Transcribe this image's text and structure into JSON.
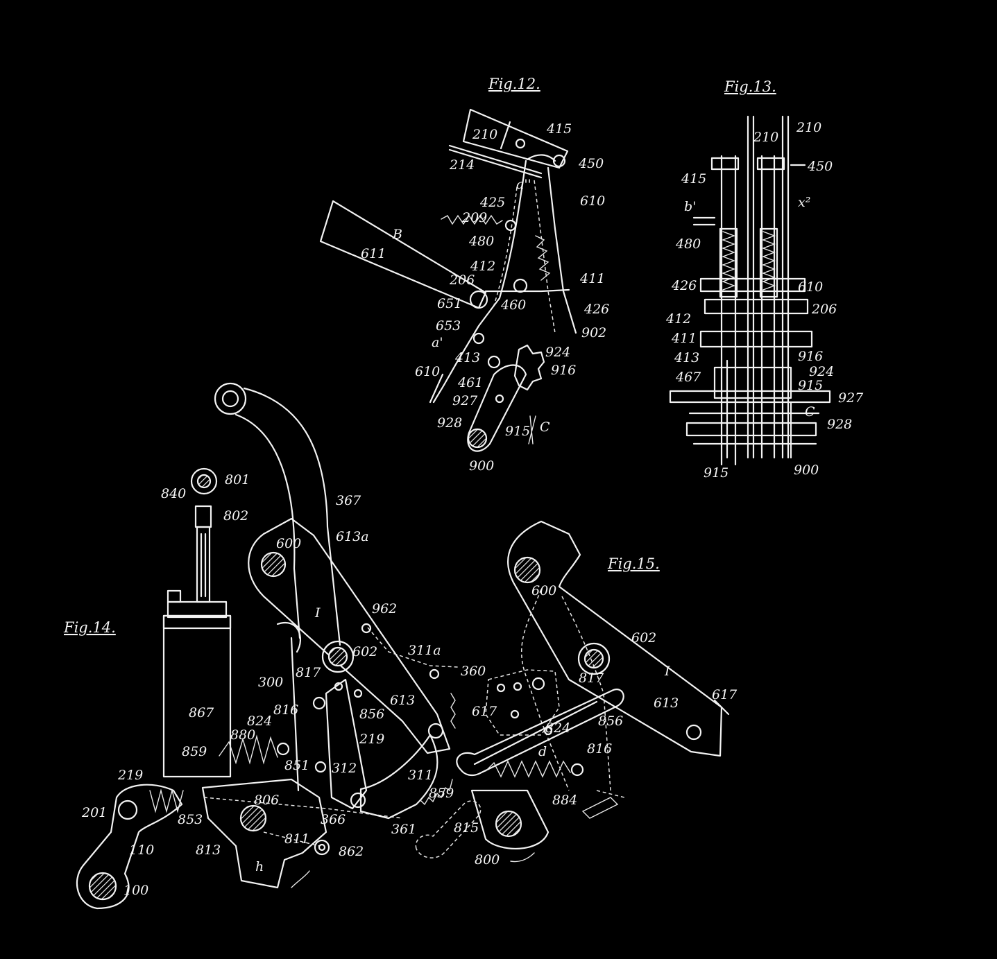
{
  "figures": {
    "fig12": {
      "title": "Fig.12."
    },
    "fig13": {
      "title": "Fig.13."
    },
    "fig14": {
      "title": "Fig.14."
    },
    "fig15": {
      "title": "Fig.15."
    }
  },
  "labels": {
    "fig12": [
      "210",
      "415",
      "214",
      "450",
      "a''",
      "610",
      "425",
      "209",
      "480",
      "B",
      "611",
      "412",
      "206",
      "411",
      "651",
      "460",
      "426",
      "653",
      "a'",
      "902",
      "413",
      "924",
      "610",
      "916",
      "461",
      "927",
      "928",
      "915",
      "C",
      "900"
    ],
    "fig13": [
      "210",
      "210",
      "450",
      "415",
      "b'",
      "x²",
      "480",
      "426",
      "610",
      "206",
      "412",
      "411",
      "413",
      "916",
      "924",
      "467",
      "915",
      "927",
      "C",
      "928",
      "915",
      "900"
    ],
    "fig14": [
      "840",
      "801",
      "802",
      "367",
      "600",
      "613a",
      "962",
      "I",
      "311a",
      "602",
      "360",
      "867",
      "300",
      "817",
      "613",
      "824",
      "816",
      "856",
      "617",
      "880",
      "219",
      "859",
      "851",
      "312",
      "311",
      "219",
      "201",
      "806",
      "859",
      "853",
      "366",
      "361",
      "813",
      "811",
      "862",
      "h",
      "110",
      "100"
    ],
    "fig15": [
      "600",
      "602",
      "I",
      "817",
      "613",
      "617",
      "856",
      "824",
      "d",
      "816",
      "884",
      "815",
      "800"
    ]
  }
}
